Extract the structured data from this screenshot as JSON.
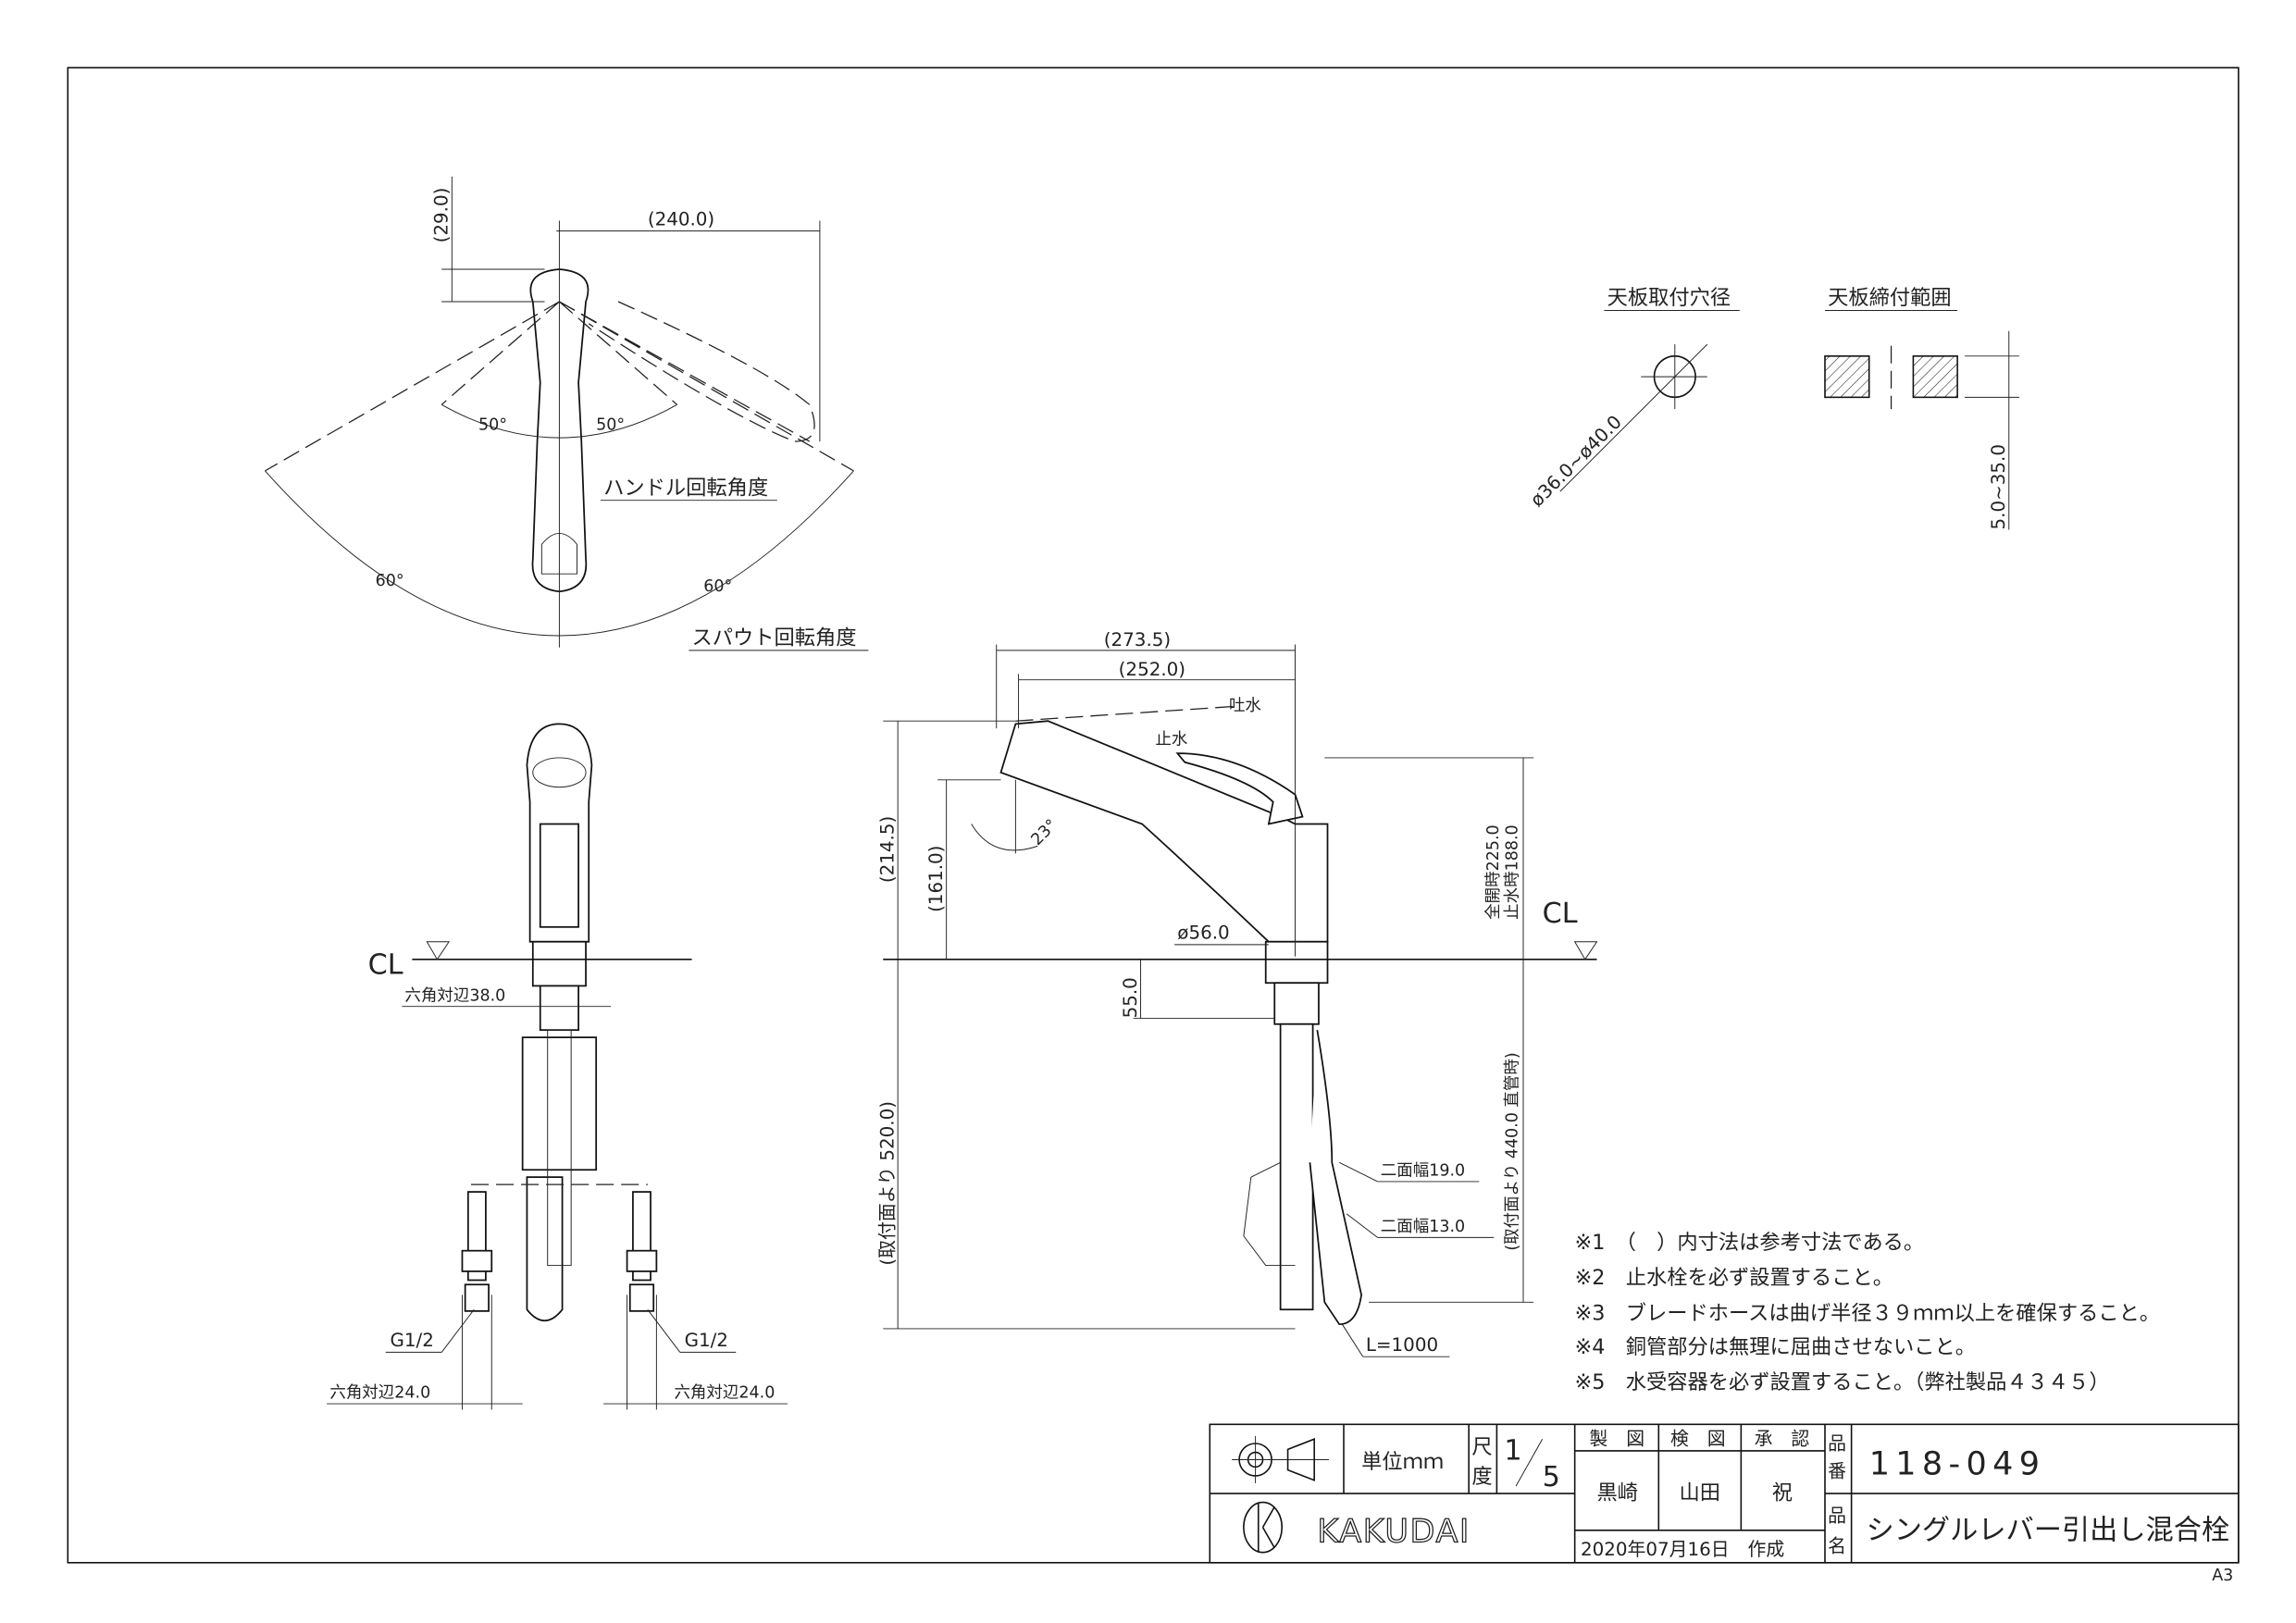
{
  "top_view": {
    "dim_width": "(240.0)",
    "dim_offset": "(29.0)",
    "handle_angle_left": "50°",
    "handle_angle_right": "50°",
    "handle_rotation_label": "ハンドル回転角度",
    "spout_angle_left": "60°",
    "spout_angle_right": "60°",
    "spout_rotation_label": "スパウト回転角度"
  },
  "countertop": {
    "hole_title": "天板取付穴径",
    "hole_dim": "ø36.0~ø40.0",
    "clamp_title": "天板締付範囲",
    "clamp_dim": "5.0~35.0"
  },
  "front_view": {
    "cl": "CL",
    "hex_38": "六角対辺38.0",
    "g_left": "G1/2",
    "g_right": "G1/2",
    "hex_24_left": "六角対辺24.0",
    "hex_24_right": "六角対辺24.0"
  },
  "side_view": {
    "dim_273": "(273.5)",
    "dim_252": "(252.0)",
    "dim_214": "(214.5)",
    "dim_161": "(161.0)",
    "angle_23": "23°",
    "dim_520": "(取付面より 520.0)",
    "stop_label": "止水",
    "discharge_label": "吐水",
    "dia_56": "ø56.0",
    "dim_55": "55.0",
    "height_open": "全開時225.0",
    "height_stop": "止水時188.0",
    "dim_440": "(取付面より 440.0 直管時)",
    "flat_19": "二面幅19.0",
    "flat_13": "二面幅13.0",
    "hose_length": "L=1000",
    "cl": "CL"
  },
  "notes": [
    "※1　（　）内寸法は参考寸法である。",
    "※2　止水栓を必ず設置すること。",
    "※3　ブレードホースは曲げ半径３９ｍｍ以上を確保すること。",
    "※4　銅管部分は無理に屈曲させないこと。",
    "※5　水受容器を必ず設置すること。（弊社製品４３４５）"
  ],
  "title_block": {
    "unit": "単位ｍｍ",
    "scale_label_1": "尺",
    "scale_label_2": "度",
    "scale_num": "1",
    "scale_den": "5",
    "drawn_header": "製　図",
    "checked_header": "検　図",
    "approved_header": "承　認",
    "drawn_by": "黒崎",
    "checked_by": "山田",
    "approved_by": "祝",
    "date": "2020年07月16日　作成",
    "part_no_label_1": "品",
    "part_no_label_2": "番",
    "part_name_label_1": "品",
    "part_name_label_2": "名",
    "part_no": "118-049",
    "part_name": "シングルレバー引出し混合栓",
    "logo_text": "KAKUDAI",
    "paper_size": "A3"
  }
}
